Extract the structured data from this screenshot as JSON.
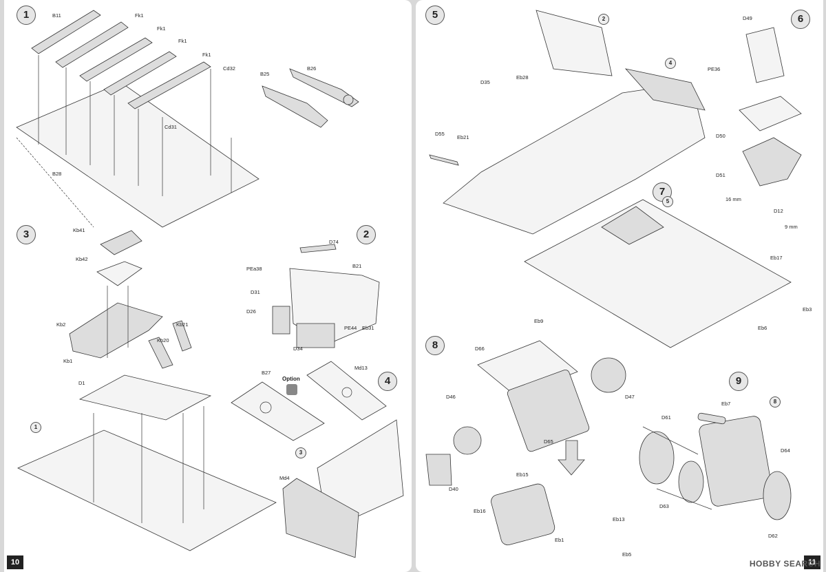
{
  "left_page": {
    "page_number": "10",
    "steps": [
      "1",
      "3",
      "2",
      "4"
    ],
    "labels": {
      "b11": "B11",
      "fk1a": "Fk1",
      "fk1b": "Fk1",
      "fk1c": "Fk1",
      "fk1d": "Fk1",
      "cd32": "Cd32",
      "b25": "B25",
      "b26": "B26",
      "cd31": "Cd31",
      "b28": "B28",
      "kb41": "Kb41",
      "kb42": "Kb42",
      "kb2": "Kb2",
      "kb21": "Kb21",
      "kb20": "Kb20",
      "kb1": "Kb1",
      "d1": "D1",
      "ref1": "1",
      "d74": "D74",
      "pea38": "PEa38",
      "b21": "B21",
      "d31": "D31",
      "d26": "D26",
      "pe44": "PE44",
      "eb31": "Eb31",
      "d34": "D34",
      "b27": "B27",
      "option": "Option",
      "md13": "Md13",
      "ref3": "3",
      "md4": "Md4"
    }
  },
  "right_page": {
    "page_number": "11",
    "steps": [
      "5",
      "6",
      "7",
      "8",
      "9"
    ],
    "labels": {
      "ref2": "2",
      "ref4": "4",
      "d35": "D35",
      "eb28": "Eb28",
      "d55": "D55",
      "eb21": "Eb21",
      "d49": "D49",
      "pe36": "PE36",
      "d50": "D50",
      "d51": "D51",
      "ref5": "5",
      "d12": "D12",
      "mm16": "16 mm",
      "mm9": "9 mm",
      "eb17": "Eb17",
      "eb3": "Eb3",
      "eb6": "Eb6",
      "eb9": "Eb9",
      "d66": "D66",
      "d46": "D46",
      "d47": "D47",
      "d65": "D65",
      "d40": "D40",
      "eb15": "Eb15",
      "eb16": "Eb16",
      "eb13": "Eb13",
      "eb1": "Eb1",
      "eb5": "Eb5",
      "eb7": "Eb7",
      "ref8": "8",
      "d61": "D61",
      "d64": "D64",
      "d63": "D63",
      "d62": "D62"
    }
  },
  "watermark": "HOBBY SEARCH"
}
